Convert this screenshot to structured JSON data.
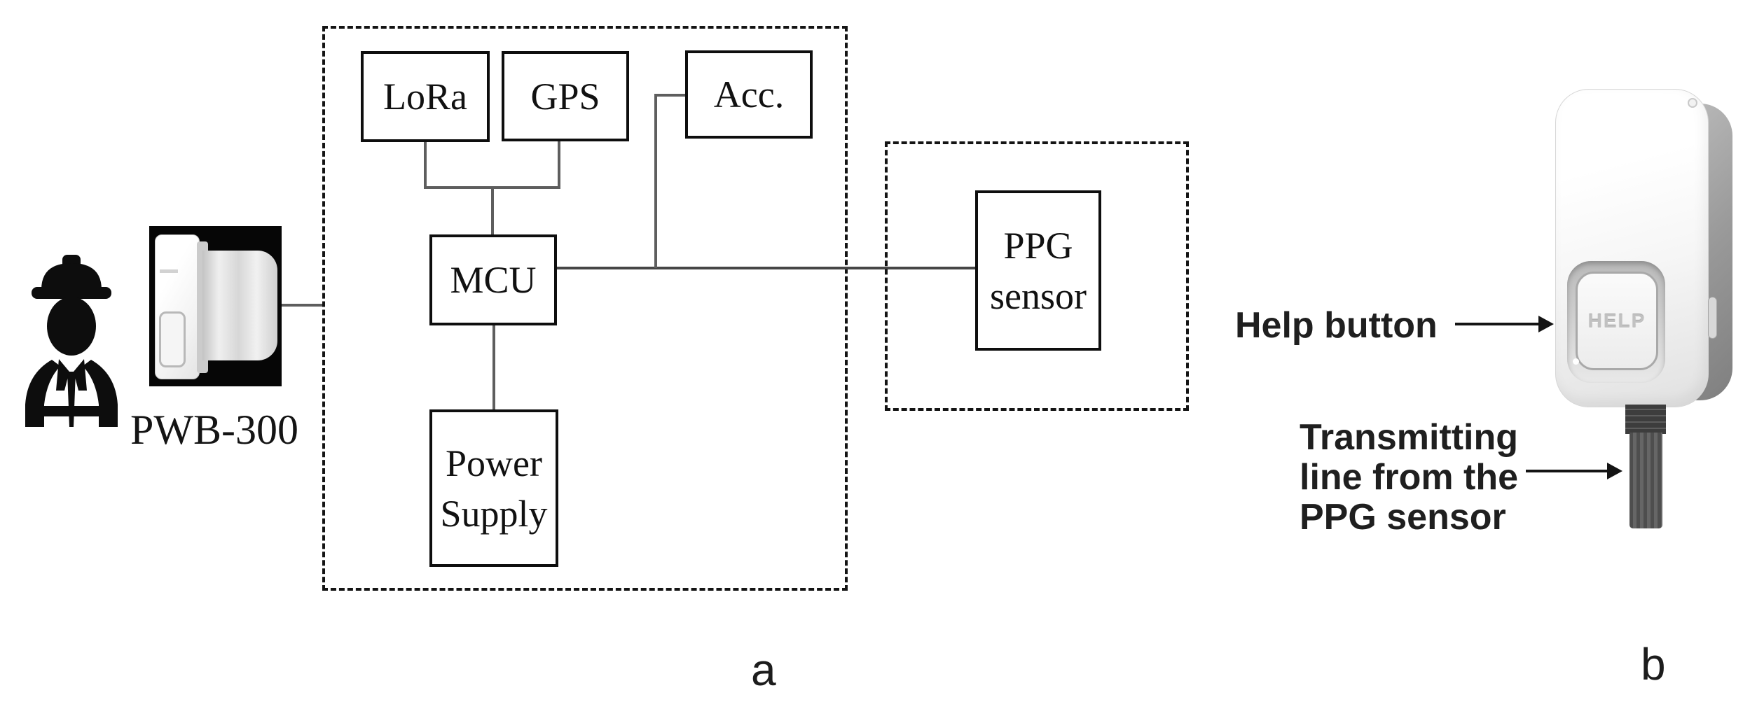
{
  "figure": {
    "panel_a_label": "a",
    "panel_b_label": "b"
  },
  "left_group": {
    "worker_icon": "construction-worker-icon",
    "device_photo_label": "PWB-300"
  },
  "diagram": {
    "blocks": {
      "lora": "LoRa",
      "gps": "GPS",
      "acc": "Acc.",
      "mcu": "MCU",
      "power_line1": "Power",
      "power_line2": "Supply",
      "ppg_line1": "PPG",
      "ppg_line2": "sensor"
    }
  },
  "device_b": {
    "button_text": "HELP",
    "help_label": "Help button",
    "transmit_label_line1": "Transmitting",
    "transmit_label_line2": "line from the",
    "transmit_label_line3": "PPG sensor"
  },
  "colors": {
    "background": "#ffffff",
    "box_border": "#0e0e0e",
    "connector_line": "#5e5e5e",
    "main_line": "#464646",
    "text": "#111111",
    "photo_background": "#060606",
    "help_text": "#c1c1c1"
  }
}
